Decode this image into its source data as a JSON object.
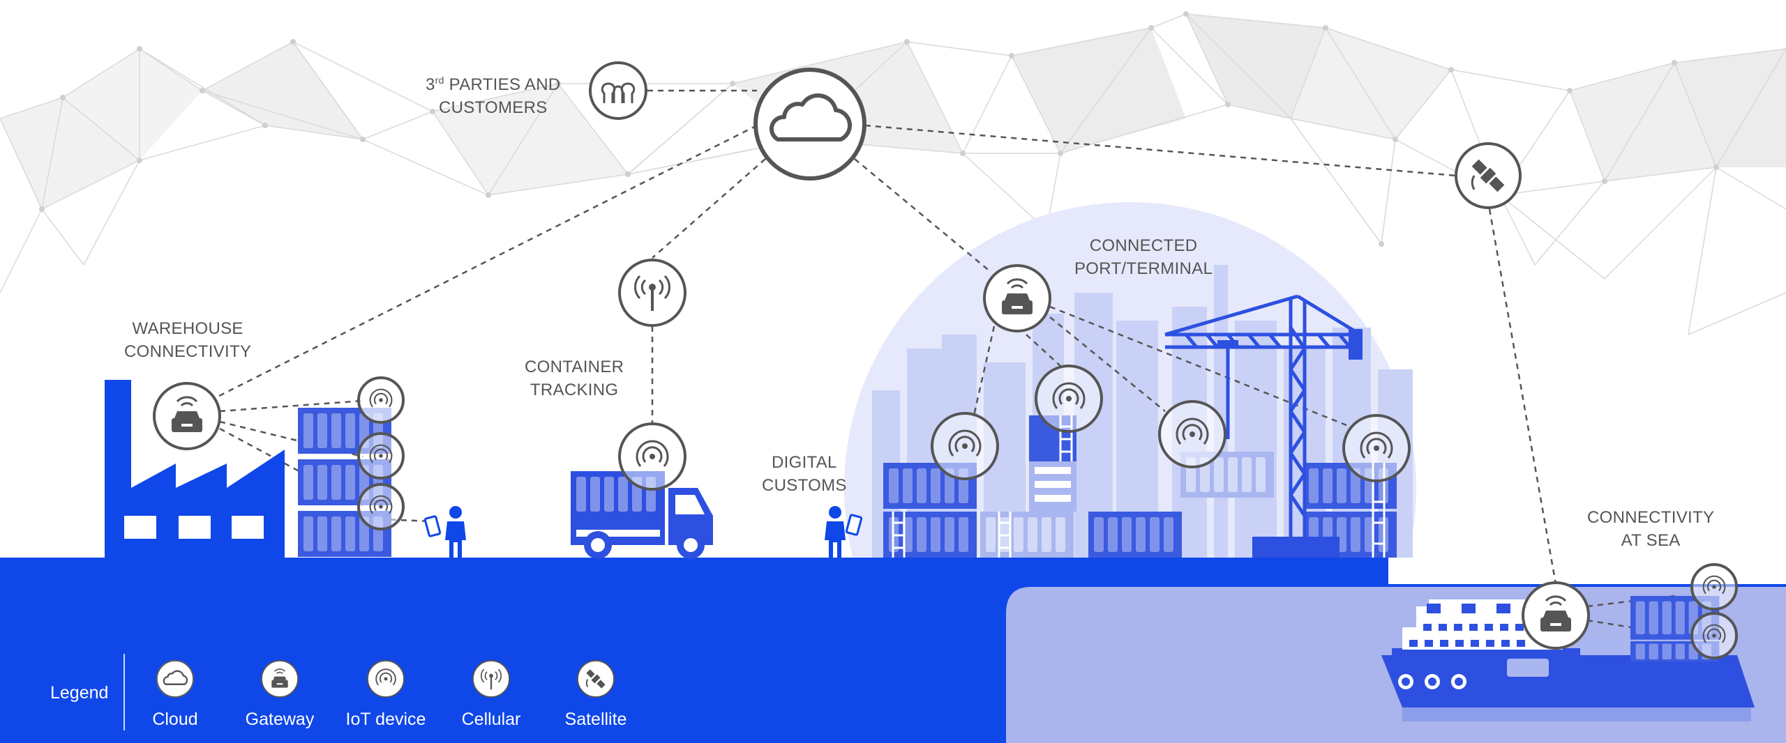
{
  "labels": {
    "third_parties_line1_prefix": "3",
    "third_parties_line1_sup": "rd",
    "third_parties_line1_rest": " PARTIES AND",
    "third_parties_line2": "CUSTOMERS",
    "warehouse_line1": "WAREHOUSE",
    "warehouse_line2": "CONNECTIVITY",
    "container_line1": "CONTAINER",
    "container_line2": "TRACKING",
    "customs_line1": "DIGITAL",
    "customs_line2": "CUSTOMS",
    "port_line1": "CONNECTED",
    "port_line2": "PORT/TERMINAL",
    "sea_line1": "CONNECTIVITY",
    "sea_line2": "AT SEA"
  },
  "legend": {
    "title": "Legend",
    "items": [
      {
        "label": "Cloud",
        "icon": "cloud-icon"
      },
      {
        "label": "Gateway",
        "icon": "gateway-icon"
      },
      {
        "label": "IoT device",
        "icon": "iot-device-icon"
      },
      {
        "label": "Cellular",
        "icon": "cellular-icon"
      },
      {
        "label": "Satellite",
        "icon": "satellite-icon"
      }
    ]
  },
  "colors": {
    "ground": "#0f47e8",
    "sea_panel": "#aab4ed",
    "icon_stroke": "#555555",
    "illustration_blue": "#2d50e0",
    "light_blue": "#7f93ea",
    "bubble": "#e4e8fb",
    "mesh": "#d6d6d6"
  }
}
